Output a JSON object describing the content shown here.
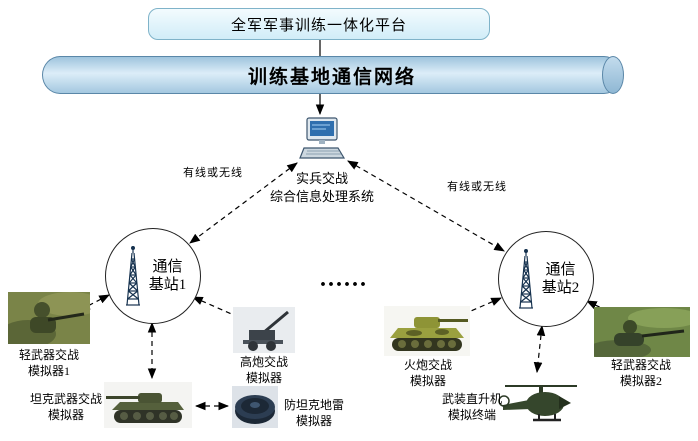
{
  "title_platform": "全军军事训练一体化平台",
  "network_backbone": "训练基地通信网络",
  "processing_system": {
    "line1": "实兵交战",
    "line2": "综合信息处理系统"
  },
  "base_stations": [
    {
      "line1": "通信",
      "line2": "基站1"
    },
    {
      "line1": "通信",
      "line2": "基站2"
    }
  ],
  "link_labels": {
    "left": "有线或无线",
    "right": "有线或无线"
  },
  "ellipsis": "......",
  "simulators": [
    {
      "id": "light-weapon-sim-1",
      "line1": "轻武器交战",
      "line2": "模拟器1"
    },
    {
      "id": "aa-gun-sim",
      "line1": "高炮交战",
      "line2": "模拟器"
    },
    {
      "id": "tank-weapon-sim",
      "line1": "坦克武器交战",
      "line2": "模拟器"
    },
    {
      "id": "anti-tank-mine-sim",
      "line1": "防坦克地雷",
      "line2": "模拟器"
    },
    {
      "id": "artillery-sim",
      "line1": "火炮交战",
      "line2": "模拟器"
    },
    {
      "id": "helicopter-terminal",
      "line1": "武装直升机",
      "line2": "模拟终端"
    },
    {
      "id": "light-weapon-sim-2",
      "line1": "轻武器交战",
      "line2": "模拟器2"
    }
  ],
  "colors": {
    "pipe_fill": "#a4c8e0",
    "pipe_border": "#5a87a8",
    "box_fill": "#d1edf8",
    "box_border": "#7fb3c9",
    "line": "#000000"
  }
}
